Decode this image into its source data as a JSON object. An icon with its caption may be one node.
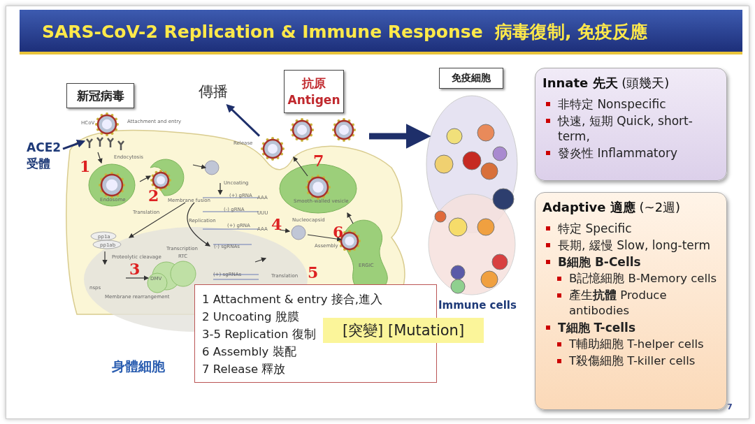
{
  "diagram": {
    "title": "SARS-CoV-2 Replication & Immune Response  病毒復制, 免疫反應",
    "nodes": [
      {
        "text": [
          "新冠病毒"
        ]
      },
      {
        "text": [
          "ACE2 受體"
        ]
      },
      {
        "text": [
          "傳播"
        ]
      },
      {
        "text": [
          "抗原",
          "Antigen"
        ]
      },
      {
        "text": [
          "免疫細胞"
        ]
      },
      {
        "text": [],
        "shape": "picture",
        "beside": [
          "Immune cells"
        ]
      },
      {
        "text": [
          "**Innate 先天**  (頭幾天)",
          "非特定 Nonspecific",
          "快速, 短期 Quick, short-term,",
          "發炎性 Inflammatory"
        ]
      },
      {
        "text": [
          "**Adaptive 適應**  (~2週)",
          "特定 Specific",
          "長期, 緩慢 Slow, long-term",
          "B細胞 B-Cells",
          "B記憶細胞 B-Memory cells",
          "產生**抗體** Produce antibodies",
          "T細胞  T-cells",
          "T輔助細胞 T-helper cells",
          "T殺傷細胞 T-killer cells"
        ]
      },
      {
        "text": [
          "1 Attachment & entry 接合,進入",
          "2 Uncoating 脫膜",
          "3-5 Replication 復制",
          "6 Assembly 裝配",
          "7 Release 釋放"
        ]
      },
      {
        "text": [
          "[突變] [Mutation]"
        ]
      },
      {
        "text": [],
        "shape": "picture"
      }
    ],
    "edges": [
      {
        "from": 1,
        "to": null,
        "arrow": "to"
      },
      {
        "from": 10,
        "to": 2,
        "arrow": "to"
      },
      {
        "from": null,
        "to": 5,
        "arrow": "to",
        "style": "thick"
      }
    ],
    "labels": [
      "HCoV",
      "Attachment and entry",
      "Release",
      "7",
      "Endocytosis",
      "1",
      "Endosome",
      "Membrane fusion",
      "2",
      "Uncoating",
      "(+) gRNA",
      "AAA",
      "(-) gRNA",
      "UUU",
      "Replication",
      "(+) gRNA",
      "AAA",
      "Smooth-walled vesicle",
      "Translation",
      "4",
      "Nucleocapsid",
      "6",
      "Assembly",
      "pp1a",
      "pp1ab",
      "Transcription",
      "RTC",
      "(-) sgRNAs",
      "Proteolytic cleavage",
      "3",
      "DMV",
      "ERGIC",
      "nsps",
      "(+) sgRNAs",
      "Translation",
      "5",
      "Membrane rearrangement",
      "身體細胞",
      "7"
    ]
  }
}
